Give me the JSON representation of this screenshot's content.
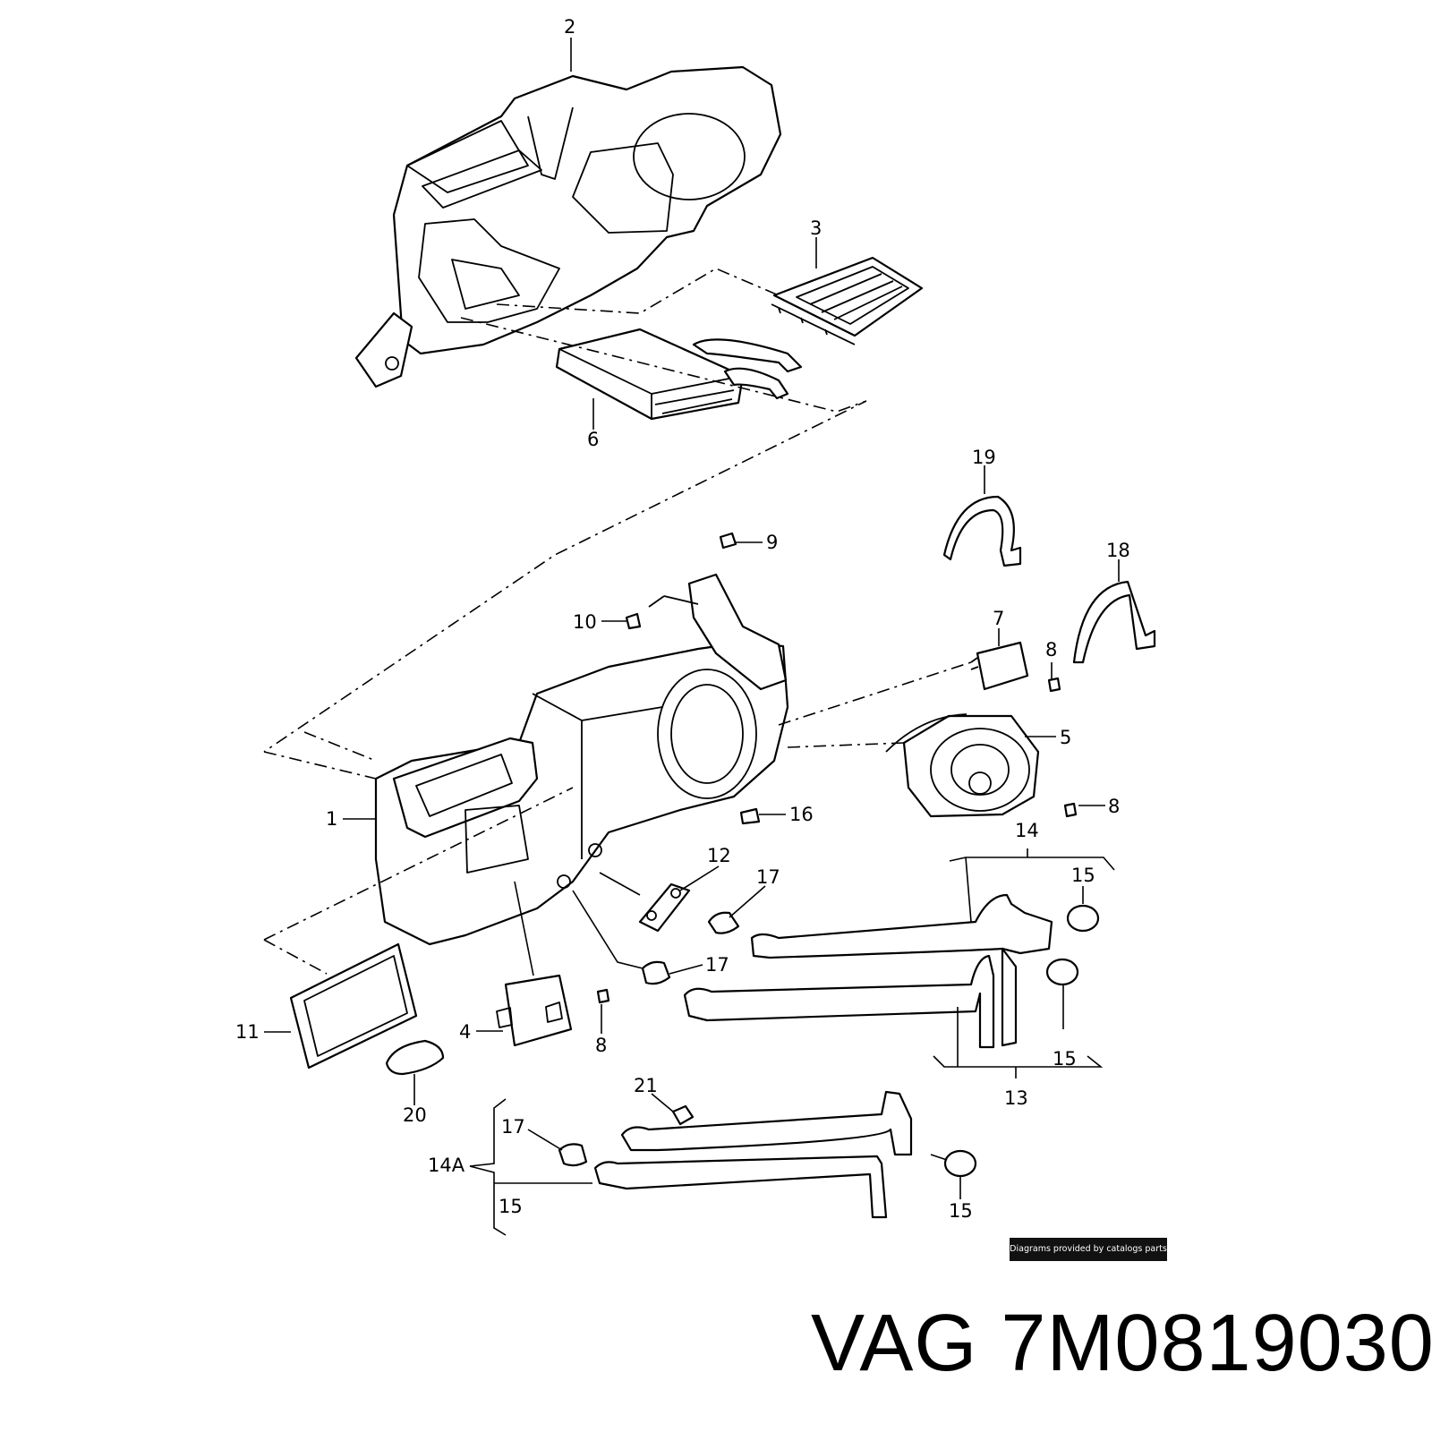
{
  "diagram": {
    "callouts": {
      "c1": "1",
      "c2": "2",
      "c3": "3",
      "c4": "4",
      "c5": "5",
      "c6": "6",
      "c7": "7",
      "c8a": "8",
      "c8b": "8",
      "c8c": "8",
      "c9": "9",
      "c10": "10",
      "c11": "11",
      "c12": "12",
      "c13": "13",
      "c14": "14",
      "c14a": "14A",
      "c15a": "15",
      "c15b": "15",
      "c15c": "15",
      "c15d": "15",
      "c16": "16",
      "c17a": "17",
      "c17b": "17",
      "c17c": "17",
      "c18": "18",
      "c19": "19",
      "c20": "20",
      "c21": "21"
    }
  },
  "watermark": "Diagrams provided by catalogs parts",
  "title": {
    "brand": "VAG",
    "part_number": "7M0819030"
  }
}
